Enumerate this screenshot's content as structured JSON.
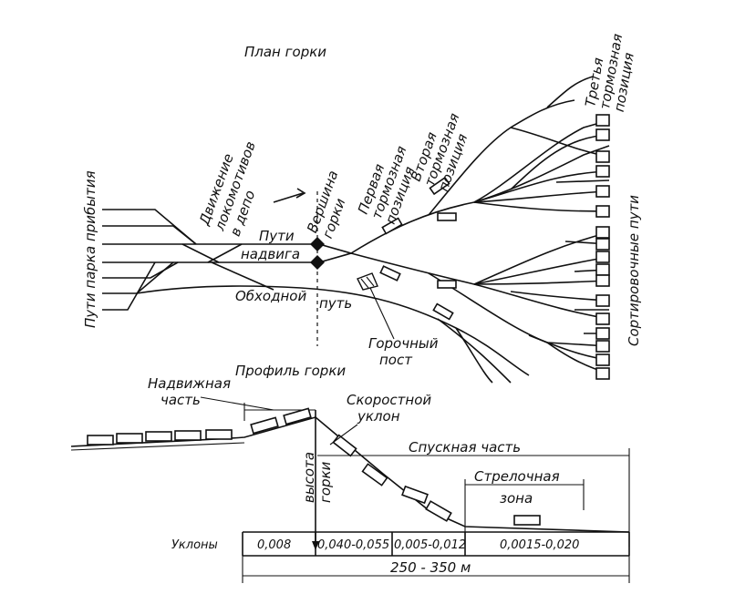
{
  "plan": {
    "title": "План горки",
    "arrival_tracks": "Пути парка прибытия",
    "loco_movement_line1": "Движение",
    "loco_movement_line2": "локомотивов",
    "loco_movement_line3": "в депо",
    "hump_top_line1": "Вершина",
    "hump_top_line2": "горки",
    "push_tracks_line1": "Пути",
    "push_tracks_line2": "надвига",
    "bypass_line1": "Обходной",
    "bypass_line2": "путь",
    "first_brake_line1": "Первая",
    "first_brake_line2": "тормозная",
    "first_brake_line3": "позиция",
    "second_brake_line1": "Вторая",
    "second_brake_line2": "тормозная",
    "second_brake_line3": "позиция",
    "third_brake_line1": "Третья",
    "third_brake_line2": "тормозная",
    "third_brake_line3": "позиция",
    "control_post_line1": "Горочный",
    "control_post_line2": "пост",
    "sorting_tracks": "Сортировочные пути"
  },
  "profile": {
    "title": "Профиль горки",
    "push_part_line1": "Надвижная",
    "push_part_line2": "часть",
    "fast_slope_line1": "Скоростной",
    "fast_slope_line2": "уклон",
    "descent_part": "Спускная часть",
    "switch_zone_line1": "Стрелочная",
    "switch_zone_line2": "зона",
    "hump_height_line1": "высота",
    "hump_height_line2": "горки",
    "slopes_label": "Уклоны",
    "slope_values": [
      "0,008",
      "0,040-0,055",
      "0,005-0,012",
      "0,0015-0,020"
    ],
    "total_length": "250 - 350 м"
  }
}
